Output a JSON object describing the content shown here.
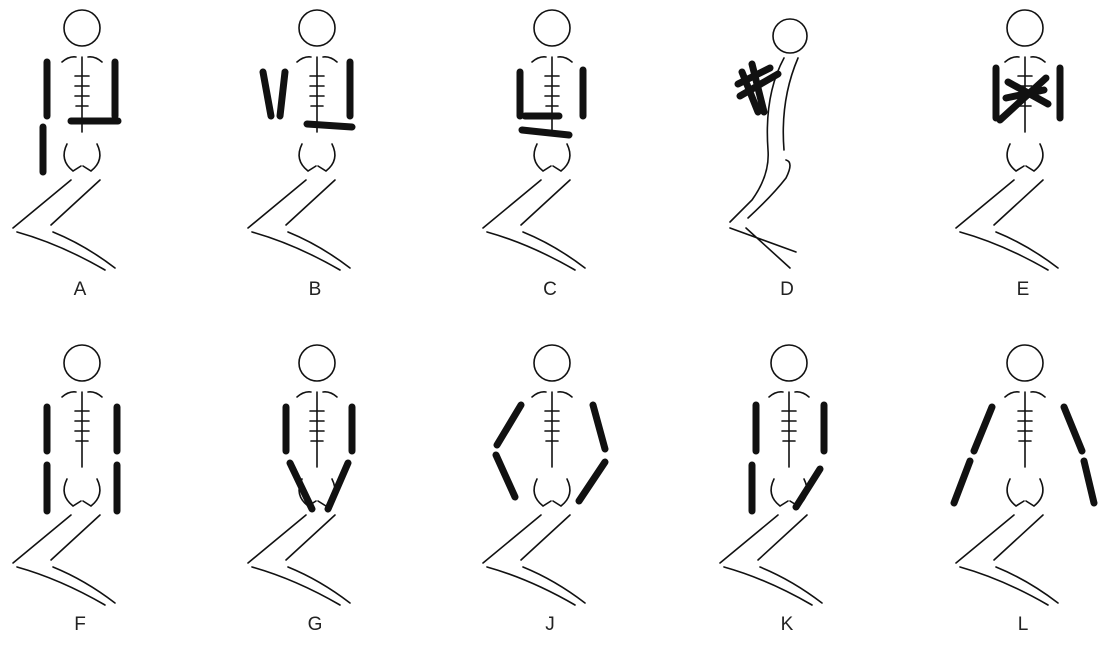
{
  "figure": {
    "panels": [
      {
        "label": "A",
        "arm_position": "right arm straight along side; left forearm flexed across lower chest; upper arm along side"
      },
      {
        "label": "B",
        "arm_position": "right arm slightly angled at side; left forearm flexed across lower chest"
      },
      {
        "label": "C",
        "arm_position": "right arm along side with forearm across lower abdomen"
      },
      {
        "label": "D",
        "arm_position": "side view, arms tightly flexed against upper chest"
      },
      {
        "label": "E",
        "arm_position": "both forearms crossed over the chest"
      },
      {
        "label": "F",
        "arm_position": "both arms extended straight along the sides"
      },
      {
        "label": "G",
        "arm_position": "both forearms angled inward over the pelvis"
      },
      {
        "label": "J",
        "arm_position": "both arms bent, forearms angled toward the pelvis"
      },
      {
        "label": "K",
        "arm_position": "right arm straight at side; left forearm angled over pelvis"
      },
      {
        "label": "L",
        "arm_position": "both arms extended diagonally outward away from the body"
      }
    ]
  }
}
